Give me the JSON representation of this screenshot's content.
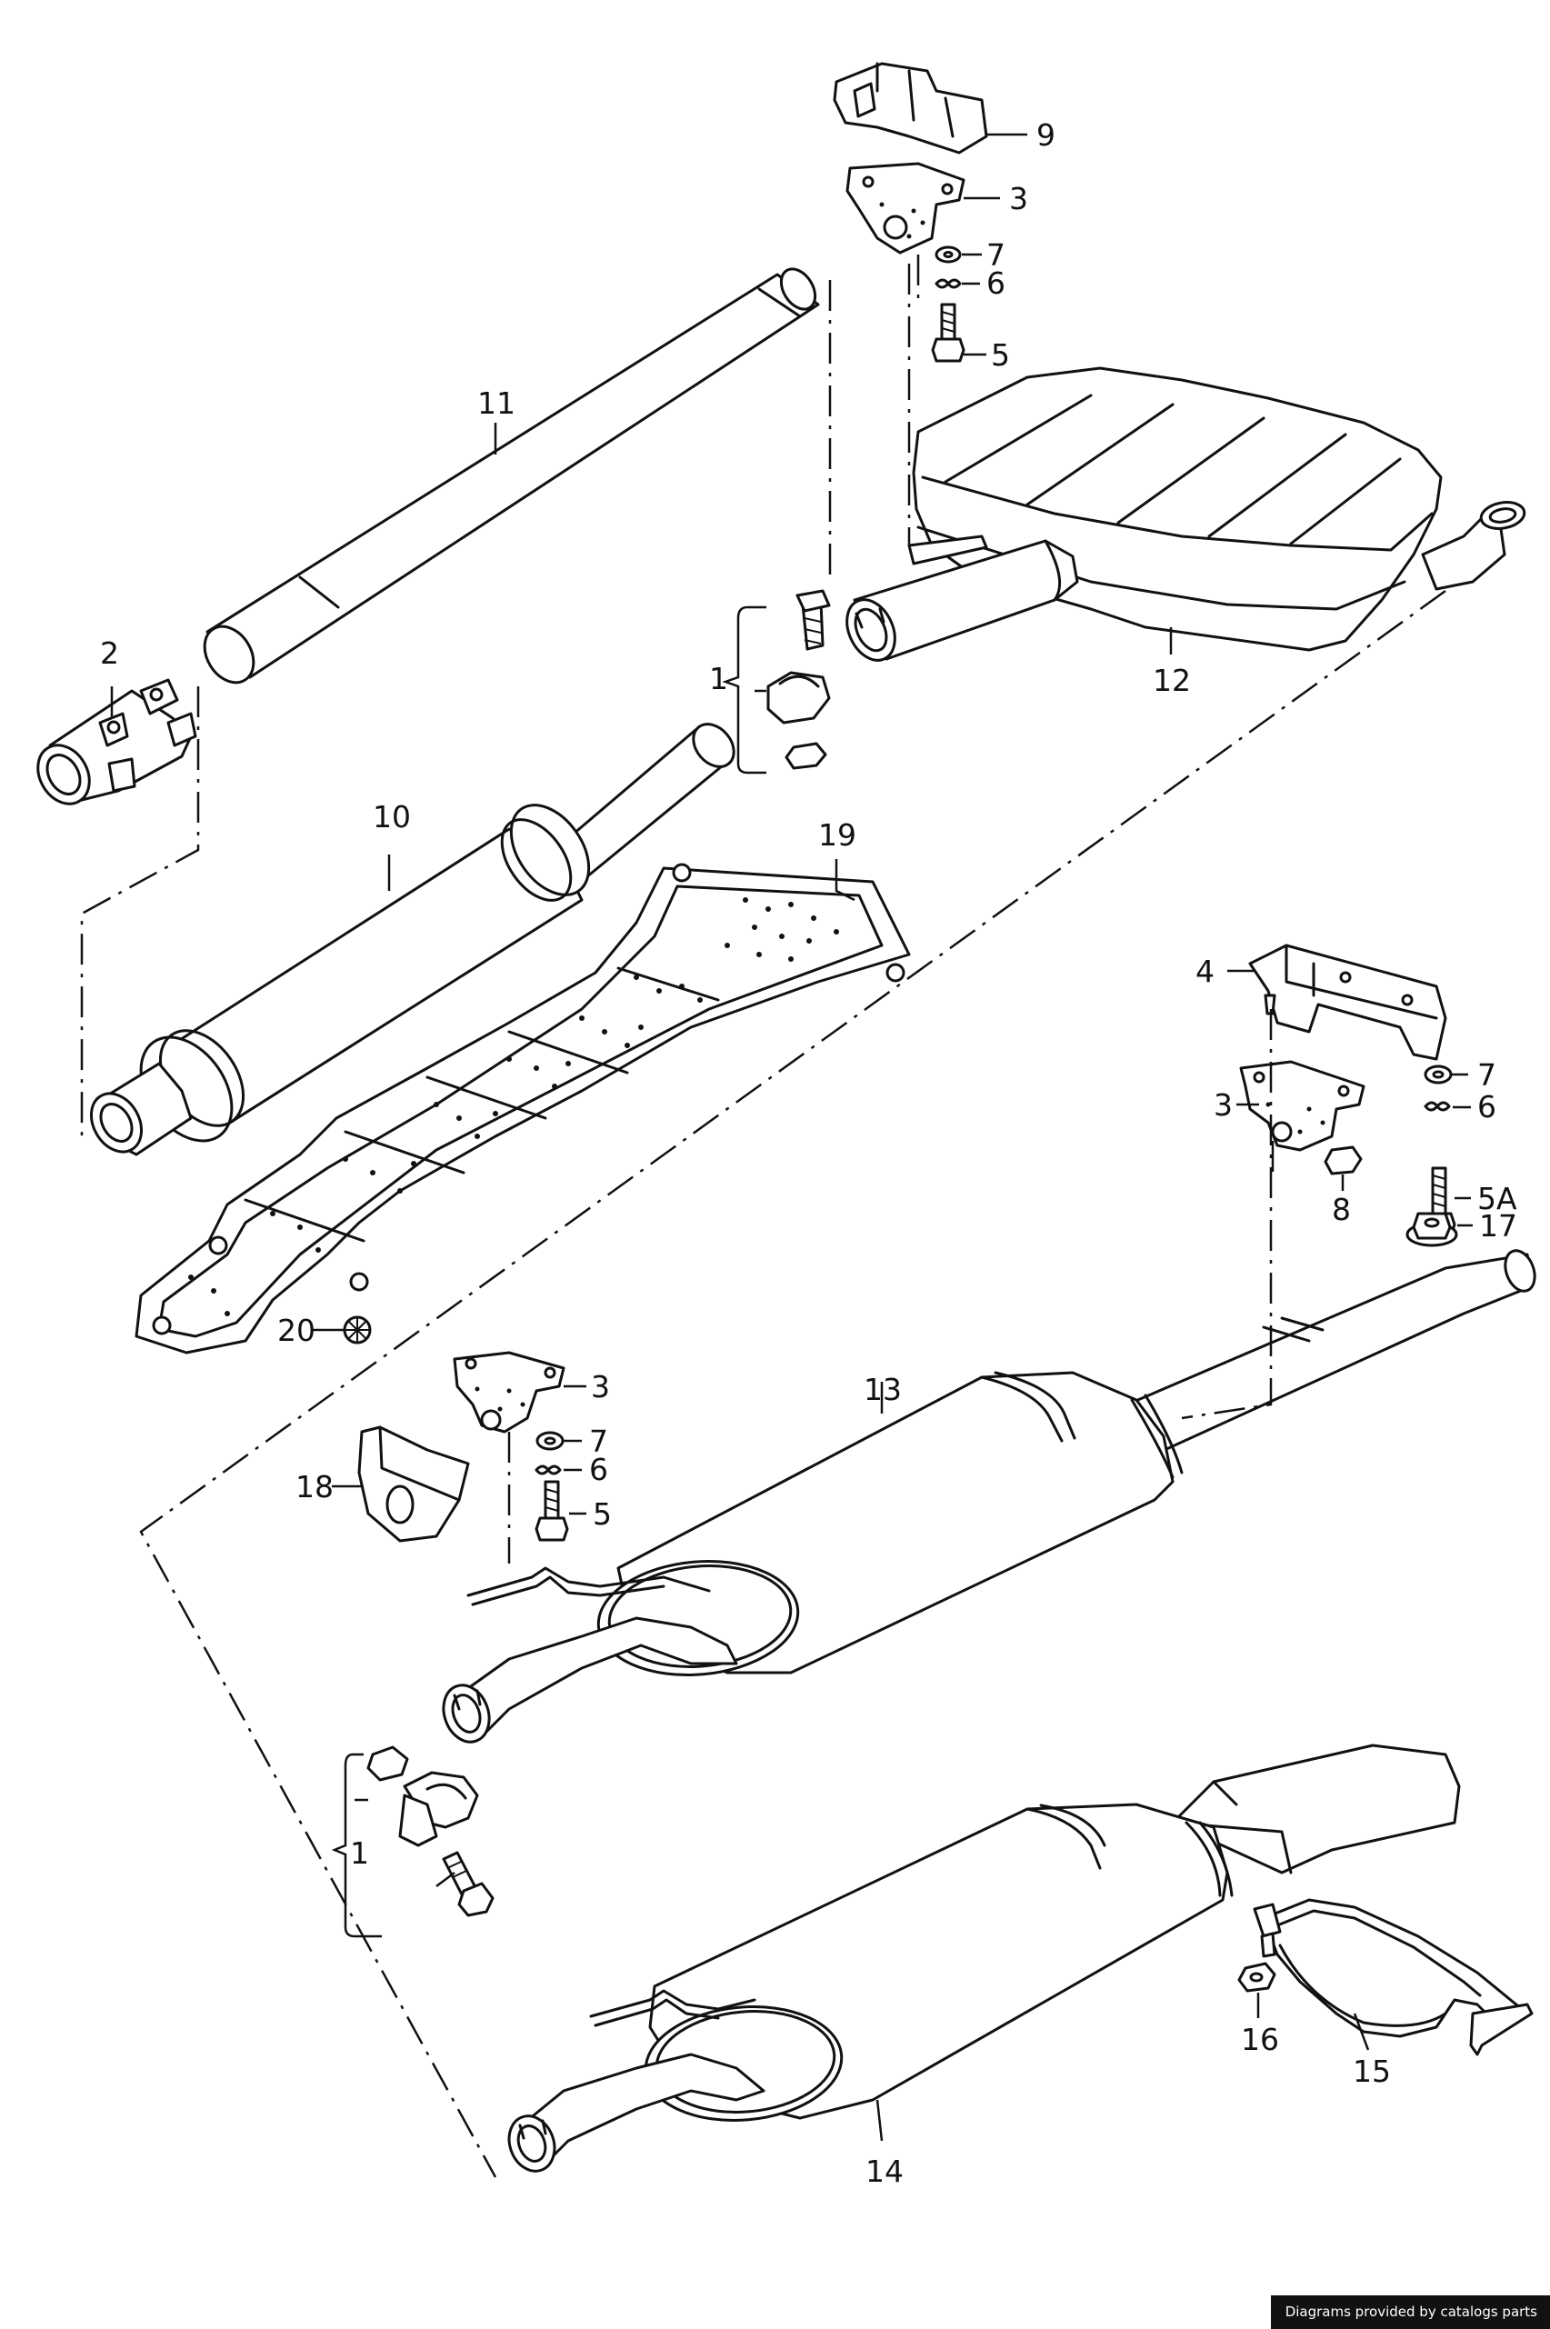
{
  "callouts": {
    "c9": "9",
    "c3a": "3",
    "c7a": "7",
    "c6a": "6",
    "c5a": "5",
    "c11": "11",
    "c2": "2",
    "c1a": "1",
    "c12": "12",
    "c10": "10",
    "c19": "19",
    "c4": "4",
    "c7b": "7",
    "c3b": "3",
    "c6b": "6",
    "c5A": "5A",
    "c8": "8",
    "c17": "17",
    "c20": "20",
    "c3c": "3",
    "c13": "13",
    "c7c": "7",
    "c6c": "6",
    "c18": "18",
    "c5c": "5",
    "c1b": "1",
    "c16": "16",
    "c15": "15",
    "c14": "14"
  },
  "credit": "Diagrams provided by catalogs parts"
}
